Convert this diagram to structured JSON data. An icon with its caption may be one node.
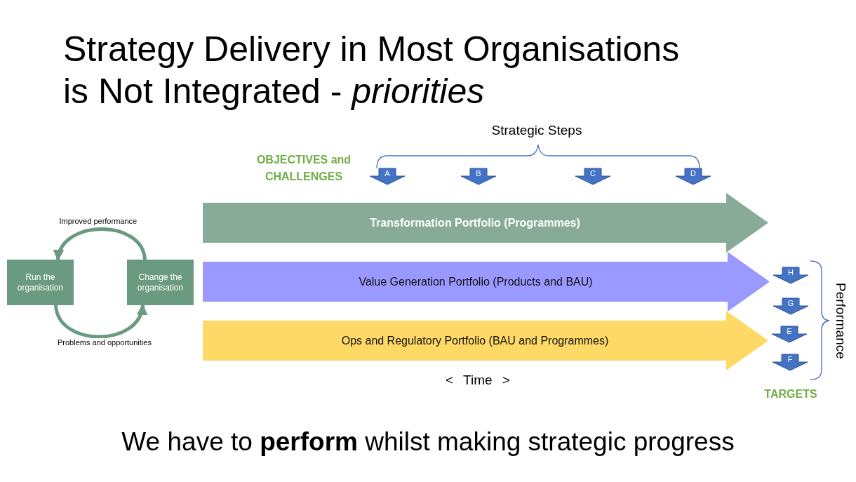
{
  "diagram": {
    "title": "Strategy Delivery in Most Organisations is Not Integrated - *priorities*",
    "caption": "We have to **perform** whilst making strategic progress",
    "nodes": [
      {
        "text": [
          "Run the organisation"
        ]
      },
      {
        "text": [
          "Change the organisation"
        ]
      },
      {
        "text": [
          "A"
        ]
      },
      {
        "text": [
          "B"
        ]
      },
      {
        "text": [
          "C"
        ]
      },
      {
        "text": [
          "D"
        ]
      },
      {
        "text": [
          "Transformation Portfolio (Programmes)"
        ]
      },
      {
        "text": [
          "Value Generation Portfolio (Products and BAU)"
        ]
      },
      {
        "text": [
          "Ops and Regulatory Portfolio (BAU and Programmes)"
        ]
      },
      {
        "text": [
          "H"
        ]
      },
      {
        "text": [
          "G"
        ]
      },
      {
        "text": [
          "E"
        ]
      },
      {
        "text": [
          "F"
        ]
      }
    ],
    "edges": [
      {
        "from": 1,
        "to": 0,
        "arrow": "to",
        "label": "Improved performance"
      },
      {
        "from": 0,
        "to": 1,
        "arrow": "to",
        "label": "Problems and opportunities"
      }
    ],
    "labels": [
      "Strategic Steps",
      "OBJECTIVES and CHALLENGES",
      "< Time >",
      "Performance",
      "TARGETS"
    ]
  }
}
